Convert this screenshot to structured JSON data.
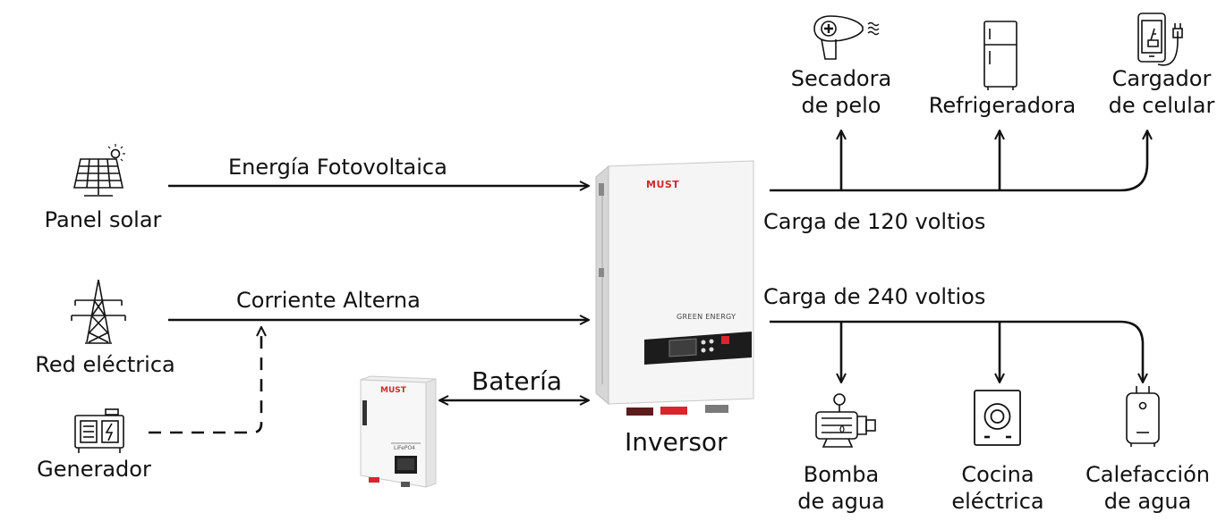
{
  "sources": {
    "solar": {
      "label": "Panel solar",
      "icon": "solar-panel-icon"
    },
    "grid": {
      "label": "Red eléctrica",
      "icon": "power-tower-icon"
    },
    "generator": {
      "label": "Generador",
      "icon": "generator-icon"
    }
  },
  "flows": {
    "pv": "Energía Fotovoltaica",
    "ac": "Corriente Alterna",
    "battery": "Batería"
  },
  "inverter": {
    "label": "Inversor",
    "brand": "MUST",
    "subbrand": "GREEN ENERGY"
  },
  "battery_unit": {
    "brand": "MUST",
    "model": "LiFePO4"
  },
  "loads_120": {
    "label": "Carga de 120 voltios",
    "devices": [
      {
        "line1": "Secadora",
        "line2": "de pelo",
        "icon": "hair-dryer-icon"
      },
      {
        "line1": "Refrigeradora",
        "line2": "",
        "icon": "refrigerator-icon"
      },
      {
        "line1": "Cargador",
        "line2": "de celular",
        "icon": "phone-charger-icon"
      }
    ]
  },
  "loads_240": {
    "label": "Carga de 240 voltios",
    "devices": [
      {
        "line1": "Bomba",
        "line2": "de agua",
        "icon": "water-pump-icon"
      },
      {
        "line1": "Cocina",
        "line2": "eléctrica",
        "icon": "cooktop-icon"
      },
      {
        "line1": "Calefacción",
        "line2": "de agua",
        "icon": "water-heater-icon"
      }
    ]
  },
  "colors": {
    "line": "#111111",
    "brand_red": "#d7262c",
    "inverter_body": "#f4f4f4",
    "display": "#1c1c1c"
  }
}
